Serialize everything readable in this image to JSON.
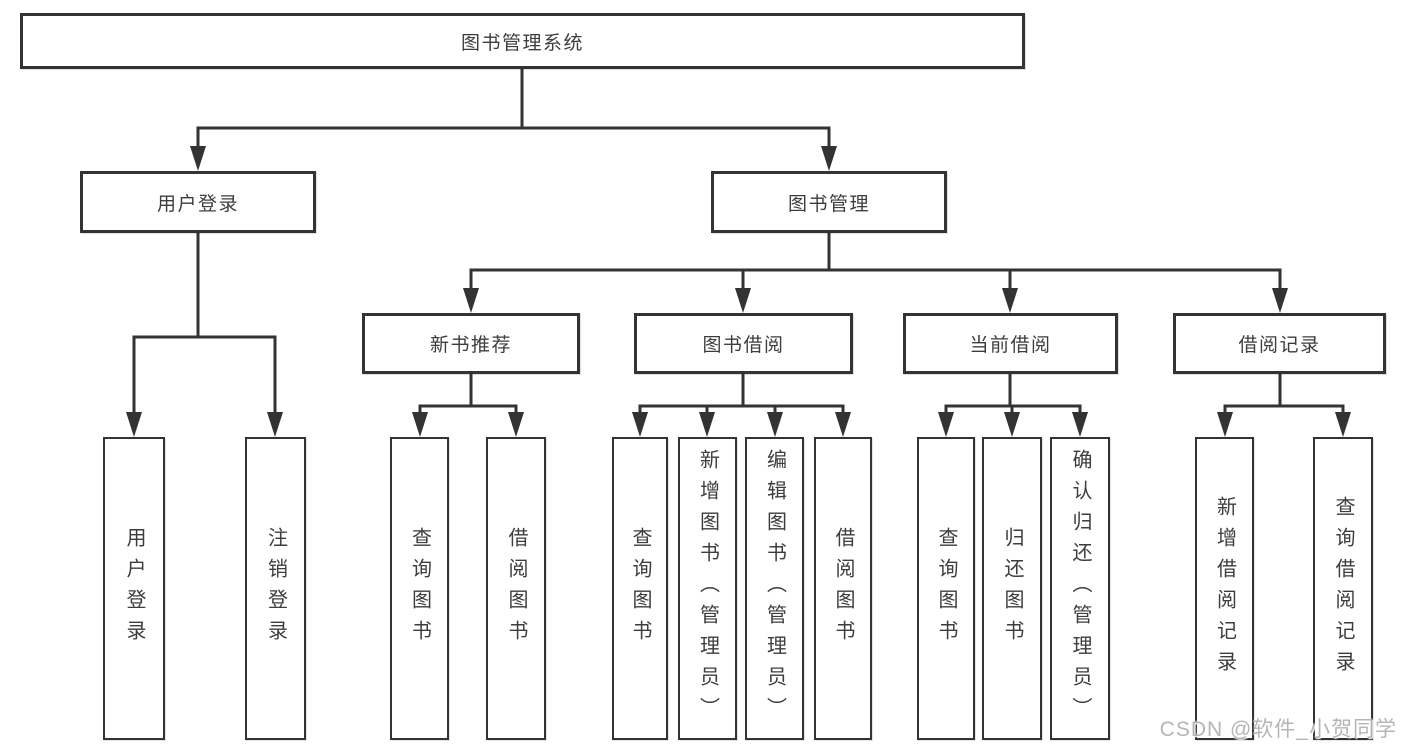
{
  "title": "图书管理系统",
  "tree": {
    "label": "图书管理系统",
    "children": [
      {
        "label": "用户登录",
        "children": [
          {
            "label": "用户登录"
          },
          {
            "label": "注销登录"
          }
        ]
      },
      {
        "label": "图书管理",
        "children": [
          {
            "label": "新书推荐",
            "children": [
              {
                "label": "查询图书"
              },
              {
                "label": "借阅图书"
              }
            ]
          },
          {
            "label": "图书借阅",
            "children": [
              {
                "label": "查询图书"
              },
              {
                "label": "新增图书（管理员）"
              },
              {
                "label": "编辑图书（管理员）"
              },
              {
                "label": "借阅图书"
              }
            ]
          },
          {
            "label": "当前借阅",
            "children": [
              {
                "label": "查询图书"
              },
              {
                "label": "归还图书"
              },
              {
                "label": "确认归还（管理员）"
              }
            ]
          },
          {
            "label": "借阅记录",
            "children": [
              {
                "label": "新增借阅记录"
              },
              {
                "label": "查询借阅记录"
              }
            ]
          }
        ]
      }
    ]
  },
  "watermark": "CSDN @软件_小贺同学",
  "colors": {
    "line": "#333333",
    "box_border": "#333333",
    "box_bg": "#ffffff",
    "text": "#3d3d3d",
    "watermark": "#a8a8a8"
  }
}
